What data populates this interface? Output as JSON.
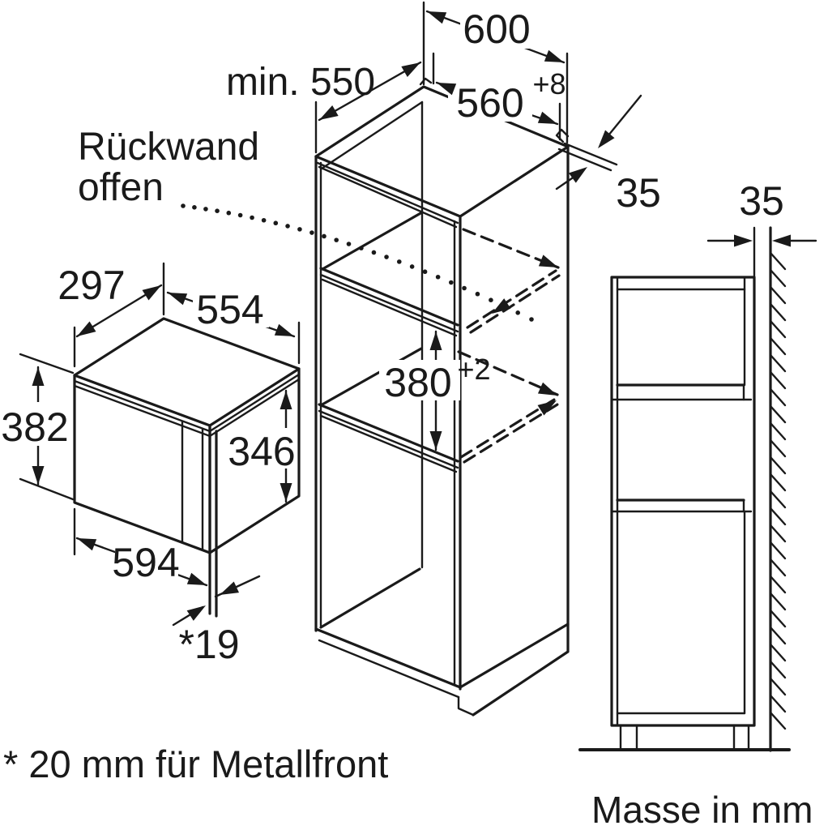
{
  "colors": {
    "ink": "#1a1a1a",
    "background": "#ffffff"
  },
  "cabinet_dims": {
    "outer_width": "600",
    "niche_width": "560",
    "niche_width_tolerance": "+8",
    "min_depth": "min. 550",
    "niche_height": "380",
    "niche_height_tolerance": "+2",
    "top_edge_thickness": "35",
    "wall_clearance": "35"
  },
  "microwave_dims": {
    "depth": "297",
    "top_width": "554",
    "total_height": "382",
    "front_height": "346",
    "front_width": "594",
    "front_gap": "*19"
  },
  "labels": {
    "back_panel_line1": "Rückwand",
    "back_panel_line2": "offen",
    "footnote": "* 20 mm für Metallfront",
    "units_note": "Masse in mm"
  }
}
